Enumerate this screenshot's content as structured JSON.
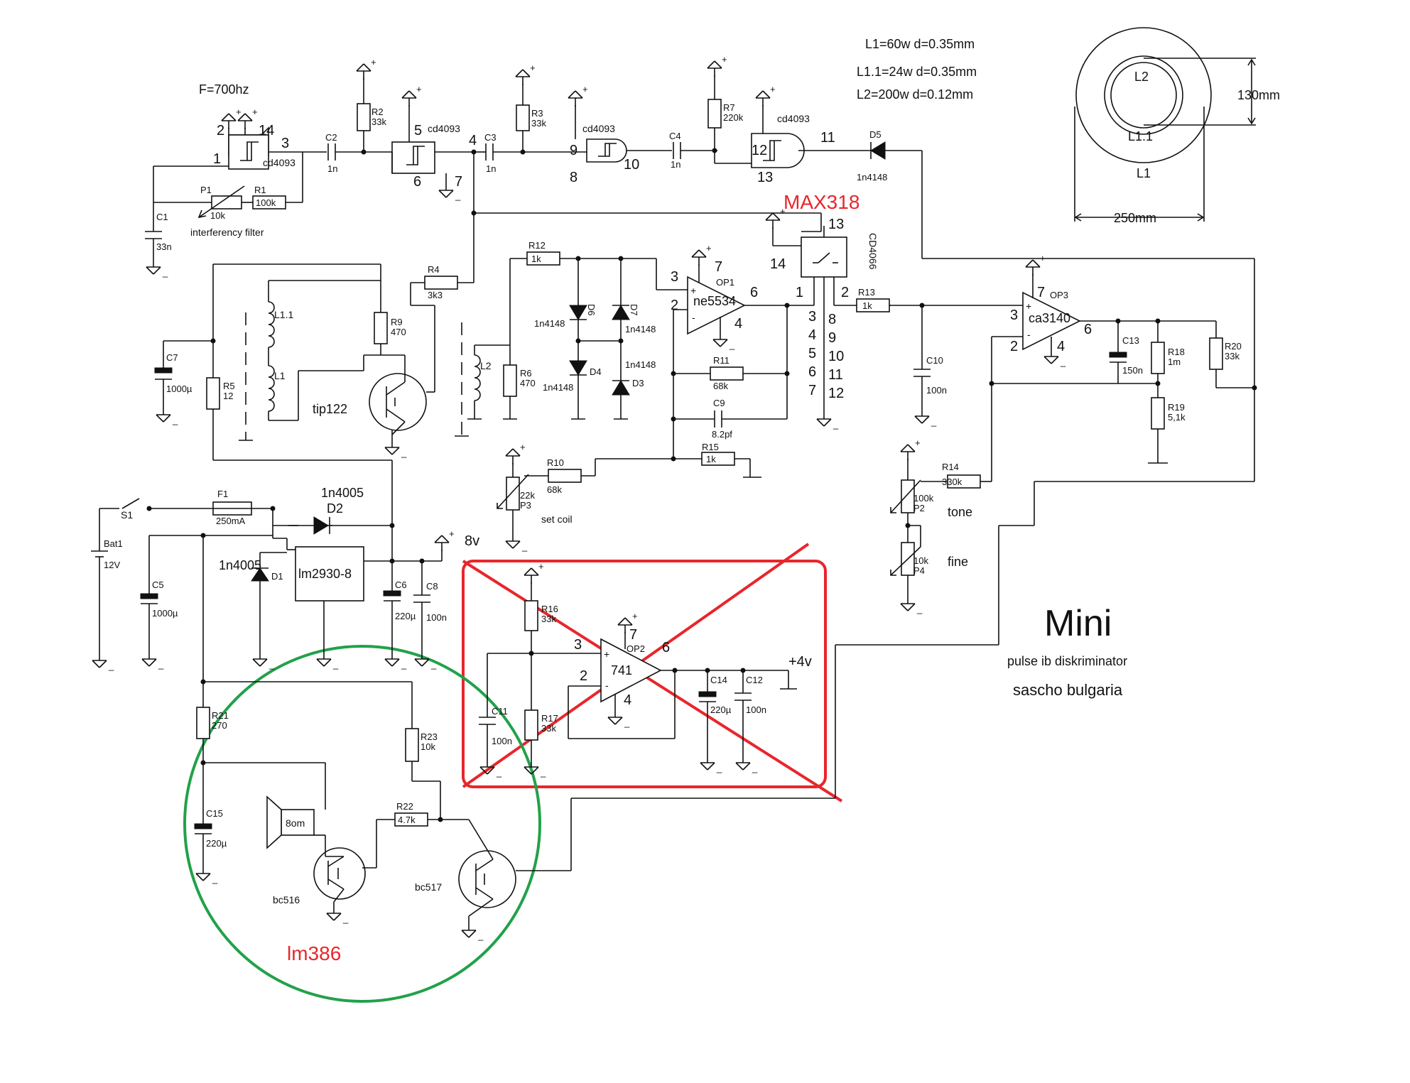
{
  "colors": {
    "ink": "#111111",
    "annotation_red": "#e8262b",
    "annotation_green": "#22a14a"
  },
  "header": {
    "frequency": "F=700hz",
    "coil_notes": [
      "L1=60w d=0.35mm",
      "L1.1=24w d=0.35mm",
      "L2=200w d=0.12mm"
    ]
  },
  "coil_drawing": {
    "inner_label": "L2",
    "middle_label": "L1.1",
    "outer_label": "L1",
    "height_dim": "130mm",
    "width_dim": "250mm"
  },
  "title": {
    "main": "Mini",
    "sub": "pulse ib diskriminator",
    "author": "sascho bulgaria"
  },
  "annotations": {
    "red_chip": "MAX318",
    "green_chip": "lm386"
  },
  "oscillator": {
    "gate1": {
      "name": "cd4093",
      "pins": [
        "2",
        "14",
        "3",
        "1"
      ]
    },
    "gate2": {
      "name": "cd4093",
      "pins": [
        "5",
        "4",
        "6",
        "7"
      ]
    },
    "gate3": {
      "name": "cd4093",
      "pins": [
        "9",
        "10",
        "8"
      ]
    },
    "gate4": {
      "name": "cd4093",
      "pins": [
        "12",
        "11",
        "13"
      ]
    },
    "r2": {
      "ref": "R2",
      "value": "33k"
    },
    "r3": {
      "ref": "R3",
      "value": "33k"
    },
    "r7": {
      "ref": "R7",
      "value": "220k"
    },
    "c2": {
      "ref": "C2",
      "value": "1n"
    },
    "c3": {
      "ref": "C3",
      "value": "1n"
    },
    "c4": {
      "ref": "C4",
      "value": "1n"
    },
    "d5": {
      "ref": "D5",
      "value": "1n4148"
    },
    "c1": {
      "ref": "C1",
      "value": "33n"
    },
    "p1": {
      "ref": "P1",
      "value": "10k"
    },
    "r1": {
      "ref": "R1",
      "value": "100k"
    },
    "filter_label": "interferency filter"
  },
  "tx_stage": {
    "c7": {
      "ref": "C7",
      "value": "1000µ"
    },
    "r5": {
      "ref": "R5",
      "value": "12"
    },
    "l11": "L1.1",
    "l1": "L1",
    "r9": {
      "ref": "R9",
      "value": "470"
    },
    "transistor": "tip122",
    "r4": {
      "ref": "R4",
      "value": "3k3"
    }
  },
  "rx_stage": {
    "l2": "L2",
    "r6": {
      "ref": "R6",
      "value": "470"
    },
    "r12": {
      "ref": "R12",
      "value": "1k"
    },
    "d6": {
      "ref": "D6",
      "value": "1n4148"
    },
    "d7": {
      "ref": "D7",
      "value": "1n4148"
    },
    "d4": {
      "ref": "D4",
      "value": "1n4148"
    },
    "d3": {
      "ref": "D3",
      "value": "1n4148"
    },
    "op1": {
      "ref": "OP1",
      "name": "ne5534",
      "pins": [
        "3",
        "2",
        "7",
        "6",
        "4"
      ]
    },
    "r11": {
      "ref": "R11",
      "value": "68k"
    },
    "c9": {
      "ref": "C9",
      "value": "8.2pf"
    },
    "r15": {
      "ref": "R15",
      "value": "1k"
    },
    "r10": {
      "ref": "R10",
      "value": "68k"
    },
    "p3": {
      "ref": "P3",
      "value": "22k"
    },
    "set_coil": "set coil"
  },
  "switch_ic": {
    "name": "CD4066",
    "pins_left": [
      "14",
      "1"
    ],
    "pin_top": "13",
    "pin_right": "2",
    "pins_mid": [
      "3",
      "4",
      "5",
      "6",
      "7"
    ],
    "pins_right_col": [
      "8",
      "9",
      "10",
      "11",
      "12"
    ]
  },
  "integrator": {
    "r13": {
      "ref": "R13",
      "value": "1k"
    },
    "c10": {
      "ref": "C10",
      "value": "100n"
    },
    "op3": {
      "ref": "OP3",
      "name": "ca3140",
      "pins": [
        "7",
        "3",
        "2",
        "4",
        "6"
      ]
    },
    "c13": {
      "ref": "C13",
      "value": "150n"
    },
    "r18": {
      "ref": "R18",
      "value": "1m"
    },
    "r19": {
      "ref": "R19",
      "value": "5,1k"
    },
    "r20": {
      "ref": "R20",
      "value": "33k"
    },
    "r14": {
      "ref": "R14",
      "value": "330k"
    },
    "p2": {
      "ref": "P2",
      "value": "100k"
    },
    "p4": {
      "ref": "P4",
      "value": "10k"
    },
    "tone": "tone",
    "fine": "fine"
  },
  "power": {
    "s1": "S1",
    "f1": {
      "ref": "F1",
      "value": "250mA"
    },
    "d2": {
      "ref": "D2",
      "value": "1n4005"
    },
    "bat1": {
      "ref": "Bat1",
      "value": "12V"
    },
    "c5": {
      "ref": "C5",
      "value": "1000µ"
    },
    "d1": {
      "ref": "D1",
      "value": "1n4005"
    },
    "regulator": "lm2930-8",
    "c6": {
      "ref": "C6",
      "value": "220µ"
    },
    "c8": {
      "ref": "C8",
      "value": "100n"
    },
    "rail": "8v"
  },
  "half_supply": {
    "r16": {
      "ref": "R16",
      "value": "33k"
    },
    "r17": {
      "ref": "R17",
      "value": "33k"
    },
    "c11": {
      "ref": "C11",
      "value": "100n"
    },
    "op2": {
      "ref": "OP2",
      "name": "741",
      "pins": [
        "3",
        "2",
        "7",
        "6",
        "4"
      ]
    },
    "c14": {
      "ref": "C14",
      "value": "220µ"
    },
    "c12": {
      "ref": "C12",
      "value": "100n"
    },
    "rail": "+4v"
  },
  "audio": {
    "r21": {
      "ref": "R21",
      "value": "270"
    },
    "r23": {
      "ref": "R23",
      "value": "10k"
    },
    "c15": {
      "ref": "C15",
      "value": "220µ"
    },
    "speaker": "8om",
    "r22": {
      "ref": "R22",
      "value": "4.7k"
    },
    "q_out": "bc516",
    "q_drv": "bc517"
  }
}
